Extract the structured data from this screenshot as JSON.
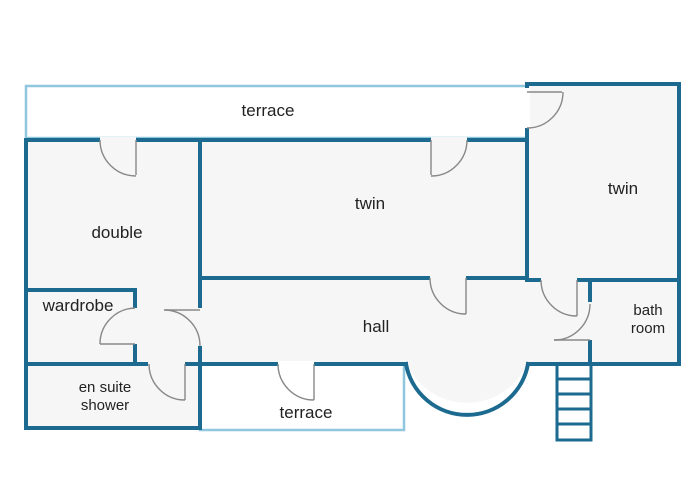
{
  "rooms": {
    "terrace_top": "terrace",
    "twin_center": "twin",
    "twin_right": "twin",
    "double": "double",
    "wardrobe": "wardrobe",
    "hall": "hall",
    "bathroom_line1": "bath",
    "bathroom_line2": "room",
    "ensuite_line1": "en suite",
    "ensuite_line2": "shower",
    "terrace_bottom": "terrace"
  },
  "colors": {
    "wall": "#1c6a8f",
    "terrace_wall": "#8fc8de",
    "room_fill": "#f6f6f6",
    "door": "#888888"
  }
}
